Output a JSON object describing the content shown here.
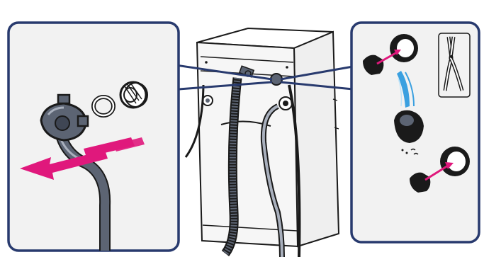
{
  "figure": {
    "kind": "instruction-illustration",
    "subject": "washing-machine-inlet-hose-filter",
    "panels": [
      {
        "id": "left-detail",
        "shows": "disconnect-inlet-hose",
        "arrow_color": "#e0187c"
      },
      {
        "id": "center",
        "shows": "washing-machine-rear-view"
      },
      {
        "id": "right-detail",
        "shows": "remove-clean-reinsert-filter",
        "tool": "pliers",
        "water_color": "#3aa0e0"
      }
    ]
  },
  "colors": {
    "panel_border": "#283a6e",
    "panel_fill": "#f2f2f2",
    "hose": "#5c6473",
    "hose_highlight": "#a9b0bd",
    "arrow": "#e0187c",
    "water": "#3aa0e0",
    "outline": "#1a1a1a"
  },
  "text": {}
}
